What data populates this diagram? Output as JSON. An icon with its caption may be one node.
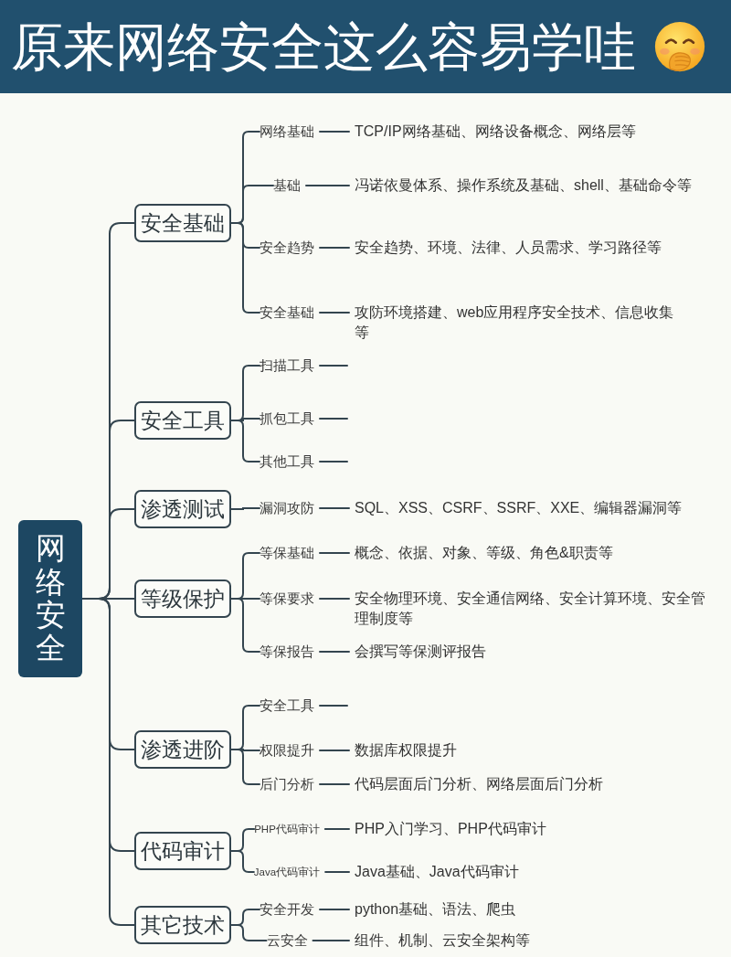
{
  "diagram": {
    "title": "原来网络安全这么容易学哇",
    "nodes": [
      {
        "text": [
          "网络安全"
        ]
      },
      {
        "text": [
          "安全基础"
        ]
      },
      {
        "text": [
          "网络基础"
        ]
      },
      {
        "text": [
          "TCP/IP网络基础、网络设备概念、网络层等"
        ]
      },
      {
        "text": [
          "基础"
        ]
      },
      {
        "text": [
          "冯诺依曼体系、操作系统及基础、shell、基础命令等"
        ]
      },
      {
        "text": [
          "安全趋势"
        ]
      },
      {
        "text": [
          "安全趋势、环境、法律、人员需求、学习路径等"
        ]
      },
      {
        "text": [
          "安全基础"
        ]
      },
      {
        "text": [
          "攻防环境搭建、web应用程序安全技术、信息收集等"
        ]
      },
      {
        "text": [
          "安全工具"
        ]
      },
      {
        "text": [
          "扫描工具"
        ]
      },
      {
        "text": [
          "抓包工具"
        ]
      },
      {
        "text": [
          "其他工具"
        ]
      },
      {
        "text": [
          "渗透测试"
        ]
      },
      {
        "text": [
          "漏洞攻防"
        ]
      },
      {
        "text": [
          "SQL、XSS、CSRF、SSRF、XXE、编辑器漏洞等"
        ]
      },
      {
        "text": [
          "等级保护"
        ]
      },
      {
        "text": [
          "等保基础"
        ]
      },
      {
        "text": [
          "概念、依据、对象、等级、角色&职责等"
        ]
      },
      {
        "text": [
          "等保要求"
        ]
      },
      {
        "text": [
          "安全物理环境、安全通信网络、安全计算环境、安全管理制度等"
        ]
      },
      {
        "text": [
          "等保报告"
        ]
      },
      {
        "text": [
          "会撰写等保测评报告"
        ]
      },
      {
        "text": [
          "渗透进阶"
        ]
      },
      {
        "text": [
          "安全工具"
        ]
      },
      {
        "text": [
          "权限提升"
        ]
      },
      {
        "text": [
          "数据库权限提升"
        ]
      },
      {
        "text": [
          "后门分析"
        ]
      },
      {
        "text": [
          "代码层面后门分析、网络层面后门分析"
        ]
      },
      {
        "text": [
          "代码审计"
        ]
      },
      {
        "text": [
          "PHP代码审计"
        ]
      },
      {
        "text": [
          "PHP入门学习、PHP代码审计"
        ]
      },
      {
        "text": [
          "Java代码审计"
        ]
      },
      {
        "text": [
          "Java基础、Java代码审计"
        ]
      },
      {
        "text": [
          "其它技术"
        ]
      },
      {
        "text": [
          "安全开发"
        ]
      },
      {
        "text": [
          "python基础、语法、爬虫"
        ]
      },
      {
        "text": [
          "云安全"
        ]
      },
      {
        "text": [
          "组件、机制、云安全架构等"
        ]
      }
    ],
    "edges": [
      {
        "from": 0,
        "to": 1,
        "arrow": "none"
      },
      {
        "from": 0,
        "to": 10,
        "arrow": "none"
      },
      {
        "from": 0,
        "to": 14,
        "arrow": "none"
      },
      {
        "from": 0,
        "to": 17,
        "arrow": "none"
      },
      {
        "from": 0,
        "to": 24,
        "arrow": "none"
      },
      {
        "from": 0,
        "to": 30,
        "arrow": "none"
      },
      {
        "from": 0,
        "to": 35,
        "arrow": "none"
      },
      {
        "from": 1,
        "to": 2,
        "arrow": "none"
      },
      {
        "from": 1,
        "to": 4,
        "arrow": "none"
      },
      {
        "from": 1,
        "to": 6,
        "arrow": "none"
      },
      {
        "from": 1,
        "to": 8,
        "arrow": "none"
      },
      {
        "from": 2,
        "to": 3,
        "arrow": "none"
      },
      {
        "from": 4,
        "to": 5,
        "arrow": "none"
      },
      {
        "from": 6,
        "to": 7,
        "arrow": "none"
      },
      {
        "from": 8,
        "to": 9,
        "arrow": "none"
      },
      {
        "from": 10,
        "to": 11,
        "arrow": "none"
      },
      {
        "from": 10,
        "to": 12,
        "arrow": "none"
      },
      {
        "from": 10,
        "to": 13,
        "arrow": "none"
      },
      {
        "from": 11,
        "to": null,
        "arrow": "none"
      },
      {
        "from": 12,
        "to": null,
        "arrow": "none"
      },
      {
        "from": 13,
        "to": null,
        "arrow": "none"
      },
      {
        "from": 14,
        "to": 15,
        "arrow": "none"
      },
      {
        "from": 15,
        "to": 16,
        "arrow": "none"
      },
      {
        "from": 17,
        "to": 18,
        "arrow": "none"
      },
      {
        "from": 17,
        "to": 20,
        "arrow": "none"
      },
      {
        "from": 17,
        "to": 22,
        "arrow": "none"
      },
      {
        "from": 18,
        "to": 19,
        "arrow": "none"
      },
      {
        "from": 20,
        "to": 21,
        "arrow": "none"
      },
      {
        "from": 22,
        "to": 23,
        "arrow": "none"
      },
      {
        "from": 24,
        "to": 25,
        "arrow": "none"
      },
      {
        "from": 24,
        "to": 26,
        "arrow": "none"
      },
      {
        "from": 24,
        "to": 28,
        "arrow": "none"
      },
      {
        "from": 25,
        "to": null,
        "arrow": "none"
      },
      {
        "from": 26,
        "to": 27,
        "arrow": "none"
      },
      {
        "from": 28,
        "to": 29,
        "arrow": "none"
      },
      {
        "from": 30,
        "to": 31,
        "arrow": "none"
      },
      {
        "from": 30,
        "to": 33,
        "arrow": "none"
      },
      {
        "from": 31,
        "to": 32,
        "arrow": "none"
      },
      {
        "from": 33,
        "to": 34,
        "arrow": "none"
      },
      {
        "from": 35,
        "to": 36,
        "arrow": "none"
      },
      {
        "from": 35,
        "to": 38,
        "arrow": "none"
      },
      {
        "from": 36,
        "to": 37,
        "arrow": "none"
      },
      {
        "from": 38,
        "to": 39,
        "arrow": "none"
      }
    ]
  }
}
